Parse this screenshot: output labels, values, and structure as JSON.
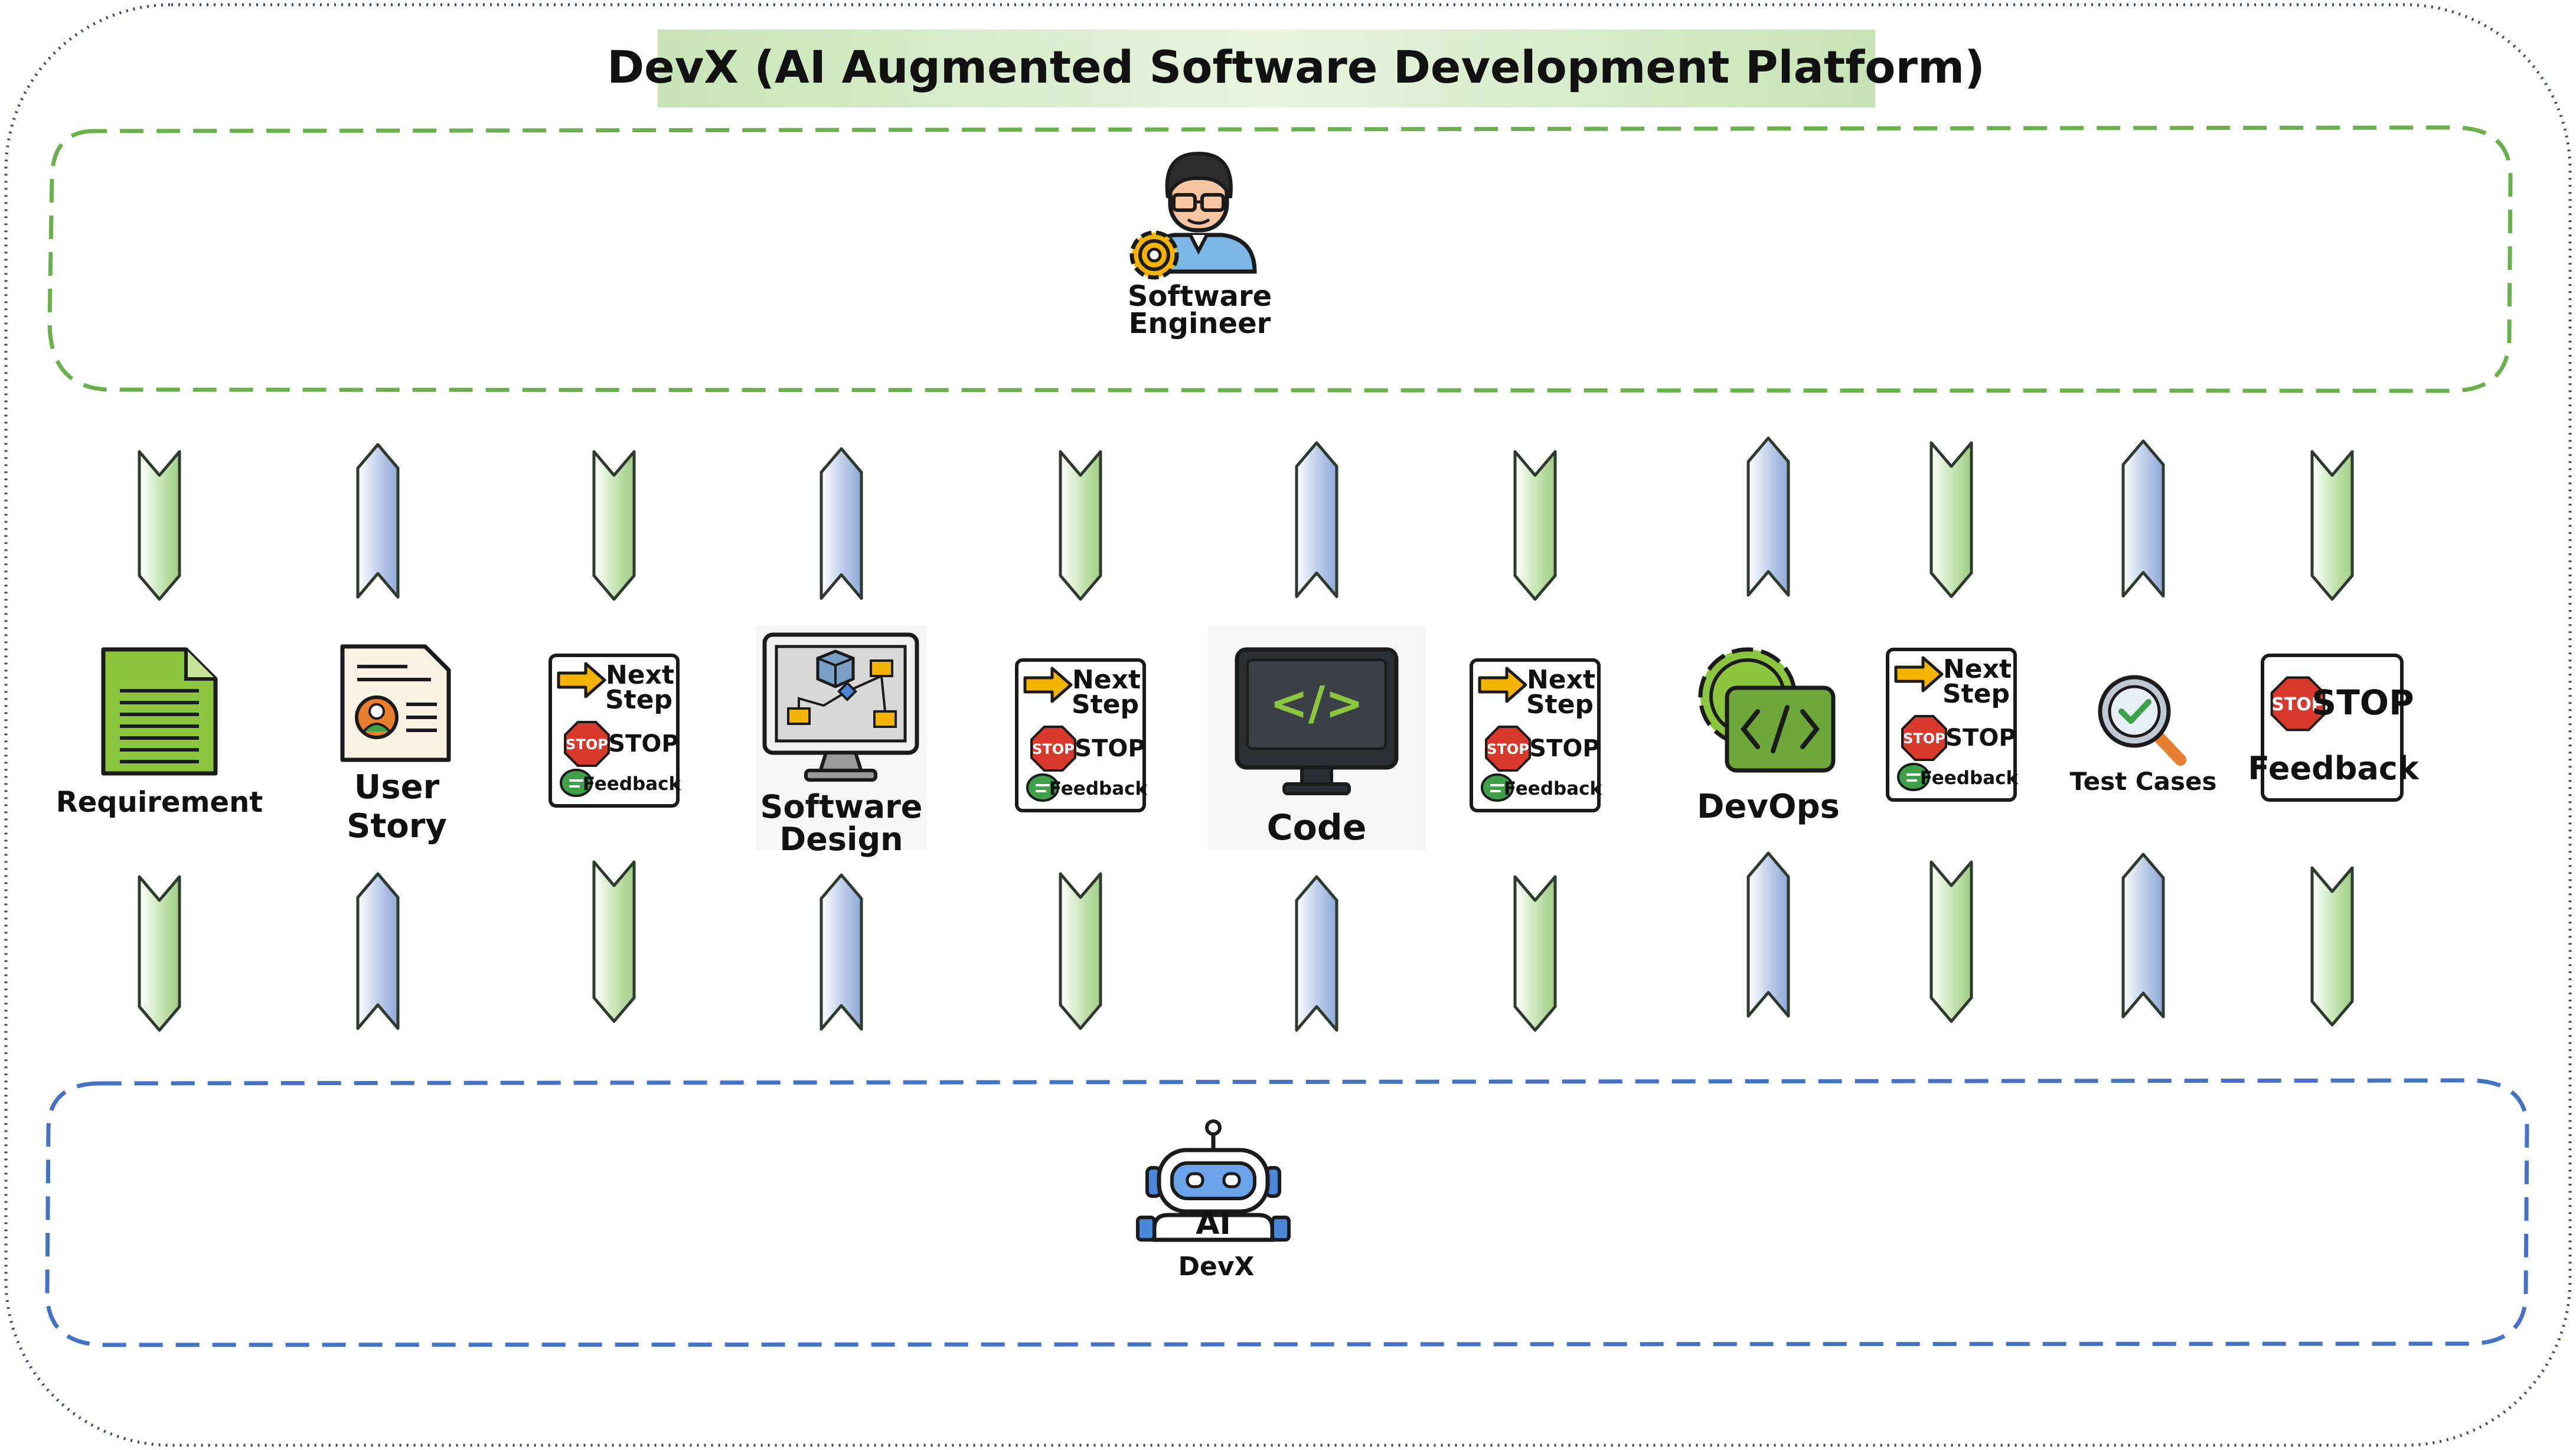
{
  "title": "DevX (AI Augmented Software Development Platform)",
  "engineer": {
    "label_line1": "Software",
    "label_line2": "Engineer"
  },
  "ai": {
    "badge": "AI",
    "label": "DevX"
  },
  "steps": [
    {
      "kind": "doc",
      "label_line1": "Requirement",
      "label_line2": ""
    },
    {
      "kind": "story",
      "label_line1": "User",
      "label_line2": "Story"
    },
    {
      "kind": "nextstep",
      "label_line1": "",
      "label_line2": ""
    },
    {
      "kind": "design",
      "label_line1": "Software",
      "label_line2": "Design"
    },
    {
      "kind": "nextstep",
      "label_line1": "",
      "label_line2": ""
    },
    {
      "kind": "code",
      "label_line1": "Code",
      "label_line2": ""
    },
    {
      "kind": "nextstep",
      "label_line1": "",
      "label_line2": ""
    },
    {
      "kind": "devops",
      "label_line1": "DevOps",
      "label_line2": ""
    },
    {
      "kind": "nextstep",
      "label_line1": "",
      "label_line2": ""
    },
    {
      "kind": "testcases",
      "label_line1": "Test Cases",
      "label_line2": ""
    },
    {
      "kind": "stopfeedback",
      "label_line1": "",
      "label_line2": ""
    }
  ],
  "next_step_card": {
    "next": "Next",
    "step": "Step",
    "stop": "STOP",
    "feedback": "Feedback"
  },
  "stop_feedback_card": {
    "stop": "STOP",
    "feedback": "Feedback"
  },
  "code_icon_glyph": "</>",
  "top_arrows": [
    "down",
    "up",
    "down",
    "up",
    "down",
    "up",
    "down",
    "up",
    "down",
    "up",
    "down"
  ],
  "bottom_arrows": [
    "down",
    "up",
    "down",
    "up",
    "down",
    "up",
    "down",
    "up",
    "down",
    "up",
    "down"
  ],
  "colors": {
    "title_band": "#cfe8c0",
    "engineer_box_border": "#6ab04c",
    "ai_box_border": "#4472c4",
    "outer_border": "#3d4a66",
    "arrow_green": "#c6e3b3",
    "arrow_blue": "#bccbe8",
    "arrow_stroke": "#2e3a2e",
    "doc_green": "#8cc63f",
    "stop_red": "#d9382c",
    "yellow_arrow": "#f5b400",
    "feedback_green": "#3ea14a",
    "robot_blue": "#4b87d6"
  }
}
